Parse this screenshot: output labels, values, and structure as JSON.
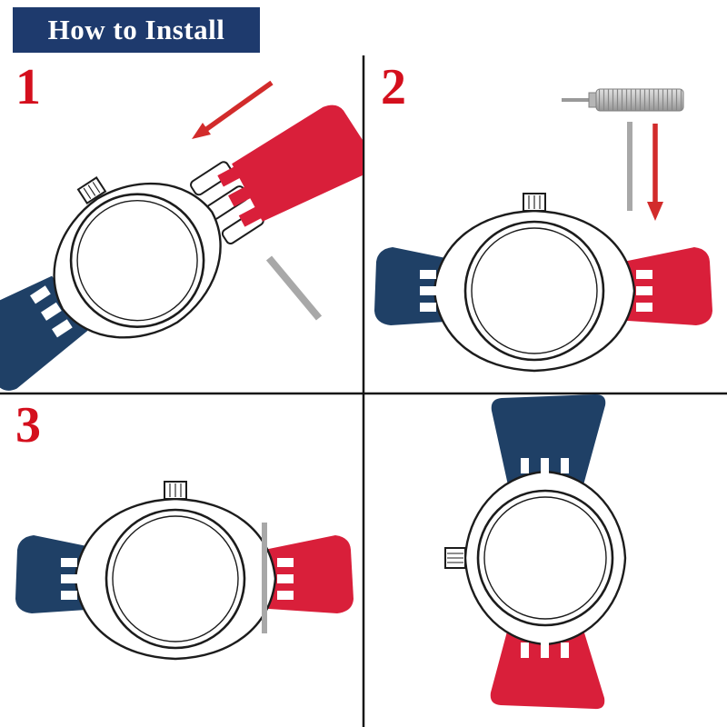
{
  "banner": {
    "title": "How to Install"
  },
  "steps": [
    {
      "number": "1"
    },
    {
      "number": "2"
    },
    {
      "number": "3"
    }
  ],
  "colors": {
    "banner-bg": "#1e3a6d",
    "banner-fg": "#ffffff",
    "step-red": "#d40f1d",
    "strap-blue": "#1f4066",
    "strap-red": "#d91f3a",
    "arrow-red": "#d22b2b",
    "tool-gray": "#a8a8a8",
    "ink": "#1c1c1c",
    "bg": "#ffffff"
  },
  "icons": {
    "tool": "spring-bar-tool-icon",
    "bar": "spring-bar-icon",
    "arrow": "red-arrow-icon",
    "crown": "crown-icon"
  }
}
